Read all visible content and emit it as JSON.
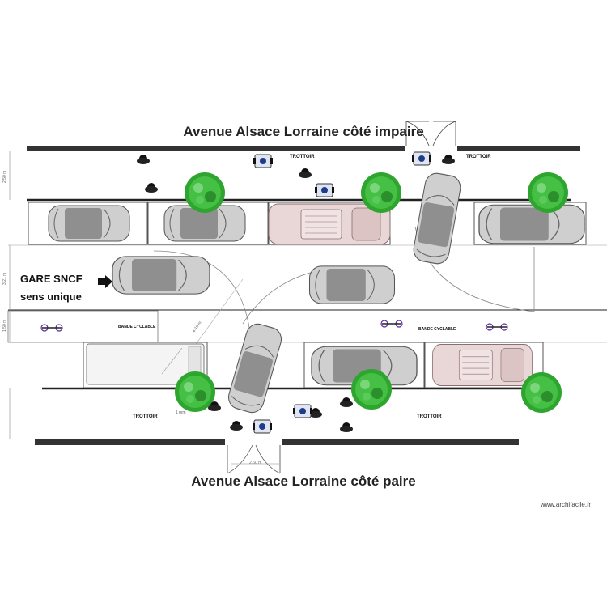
{
  "titles": {
    "top": "Avenue Alsace Lorraine côté impaire",
    "bottom": "Avenue Alsace Lorraine côté paire"
  },
  "labels": {
    "trottoir": "TROTTOIR",
    "bande_cyclable": "BANDE CYCLABLE",
    "gare_line1": "GARE SNCF",
    "gare_line2": "sens unique",
    "watermark": "www.archifacile.fr"
  },
  "dimensions": {
    "d1": "2.50 m",
    "d2": "3.21 m",
    "d3": "1.50 m",
    "d4": "6.10 m",
    "d5": "1 mm",
    "d6": "2.60 m"
  },
  "colors": {
    "wall": "#333333",
    "line": "#222222",
    "car_body": "#c8c8c8",
    "car_glass": "#9a9a9a",
    "pink_car": "#e6d2d2",
    "tree": "#3bb23b",
    "tree_dark": "#1f7d1f",
    "bike": "#6a3fb0"
  },
  "icons": [
    "pedestrian-icon",
    "wheelchair-icon",
    "tree-icon",
    "bicycle-icon",
    "arrow-right-icon",
    "door-icon",
    "car-icon",
    "bus-icon"
  ]
}
